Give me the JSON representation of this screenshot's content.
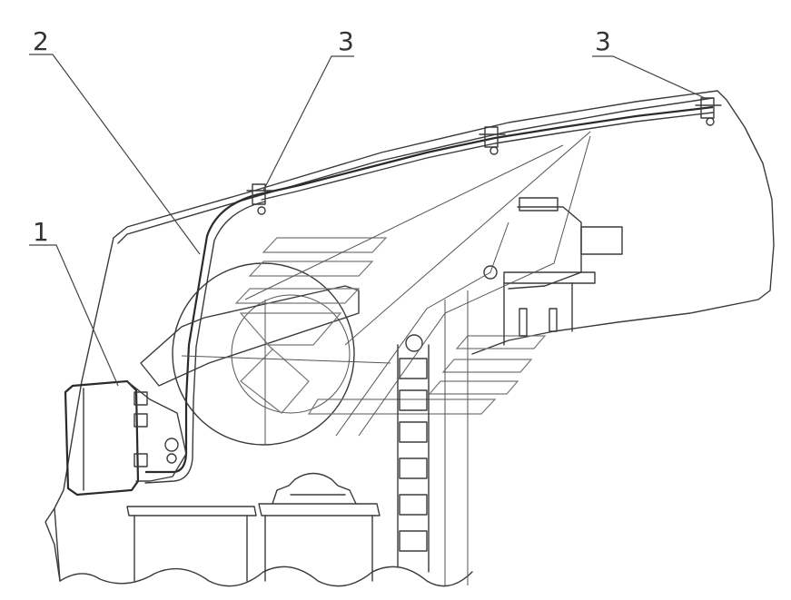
{
  "callouts": {
    "c1": "1",
    "c2": "2",
    "c3a": "3",
    "c3b": "3"
  }
}
